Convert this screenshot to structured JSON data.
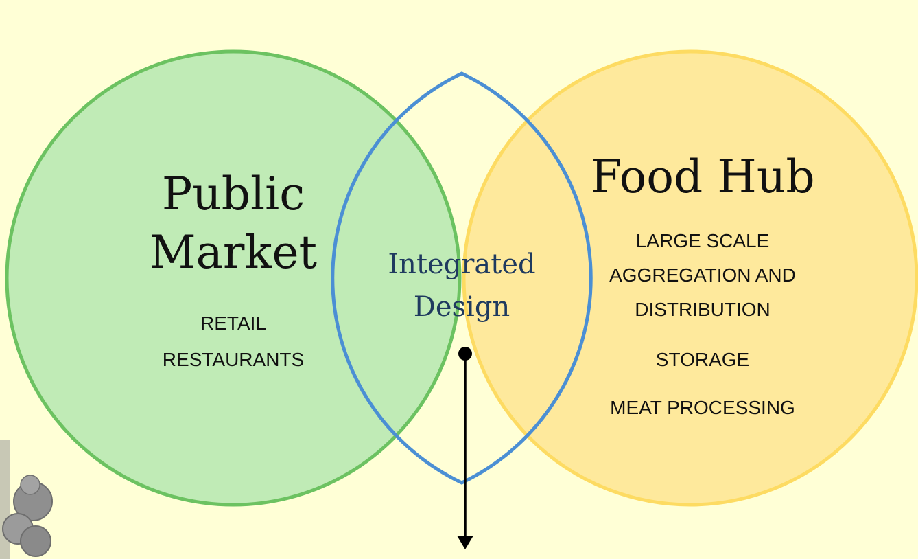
{
  "diagram": {
    "left_circle": {
      "title_lines": [
        "Public",
        "Market"
      ],
      "items": [
        "RETAIL",
        "RESTAURANTS"
      ],
      "fill": "#c0ebb6",
      "stroke": "#6cc261"
    },
    "right_circle": {
      "title_lines": [
        "Food Hub"
      ],
      "items": [
        "LARGE SCALE",
        "AGGREGATION AND",
        "DISTRIBUTION",
        "STORAGE",
        "MEAT PROCESSING"
      ],
      "fill": "#fee99c",
      "stroke": "#fddb62"
    },
    "overlap": {
      "title_lines": [
        "Integrated",
        "Design"
      ],
      "fill": "#a0c6f0",
      "stroke": "#4b8fd4",
      "text_color": "#1f3a5f"
    },
    "background": "#ffffd6",
    "pointer_icon": "arrow-down-with-dot",
    "decoration_icon": "tree-icon"
  }
}
